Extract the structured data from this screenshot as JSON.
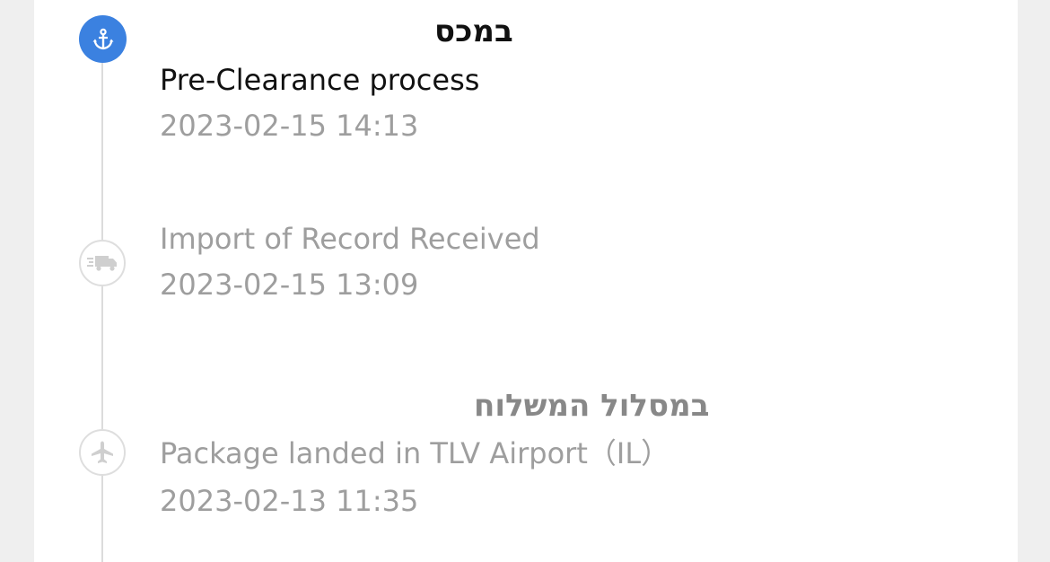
{
  "groups": [
    {
      "title": "במכס",
      "events": [
        {
          "icon": "anchor-icon",
          "text": "Pre-Clearance process",
          "time": "2023-02-15 14:13",
          "active": true
        },
        {
          "icon": "truck-icon",
          "text": "Import of Record Received",
          "time": "2023-02-15 13:09",
          "active": false
        }
      ]
    },
    {
      "title": "במסלול המשלוח",
      "events": [
        {
          "icon": "airplane-icon",
          "text": "Package landed in TLV Airport（IL）",
          "time": "2023-02-13 11:35",
          "active": false
        }
      ]
    }
  ],
  "colors": {
    "active_node": "#3b81e0",
    "line": "#dcdcdc",
    "muted_text": "#9e9e9e",
    "primary_text": "#111111",
    "background": "#efefef"
  }
}
